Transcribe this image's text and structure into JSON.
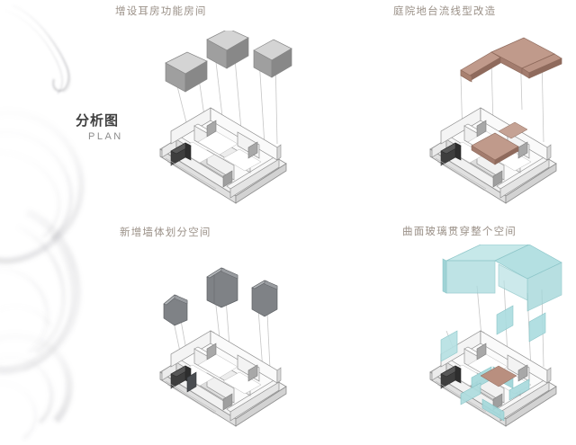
{
  "sheet": {
    "title_cn": "分析图",
    "title_en": "PLAN",
    "background_color": "#ffffff",
    "caption_color": "#9b9188",
    "title_color": "#3f3f3f"
  },
  "decor": {
    "smoke_name": "smoke-swirl-graphic",
    "smoke_color": "#9a9a9f"
  },
  "panels": [
    {
      "id": "top-left",
      "caption": "增设耳房功能房间",
      "element_type": "boxes",
      "element_count": 3,
      "element_color": "#9b9b9b",
      "element_top_color": "#d2d2d2",
      "element_side_color": "#8a8a8a",
      "base_color": "#fafafa",
      "accent_block_color": "#3e3e3e"
    },
    {
      "id": "top-right",
      "caption": "庭院地台流线型改造",
      "element_type": "platform-frame",
      "element_count": 1,
      "element_color": "#b5897a",
      "element_top_color": "#c9a091",
      "element_side_color": "#9c7264",
      "base_color": "#fafafa",
      "accent_block_color": "#3e3e3e"
    },
    {
      "id": "bottom-left",
      "caption": "新增墙体划分空间",
      "element_type": "wall-slabs",
      "element_count": 4,
      "element_color": "#7f8286",
      "element_top_color": "#b4b7ba",
      "element_side_color": "#64686c",
      "base_color": "#fafafa",
      "accent_block_color": "#3e3e3e"
    },
    {
      "id": "bottom-right",
      "caption": "曲面玻璃贯穿整个空间",
      "element_type": "glass-ribbon",
      "element_count": 7,
      "element_color": "#a9dadd",
      "element_top_color": "#c9e9ea",
      "element_side_color": "#8ccacd",
      "base_color": "#fafafa",
      "accent_block_color": "#3e3e3e"
    }
  ]
}
